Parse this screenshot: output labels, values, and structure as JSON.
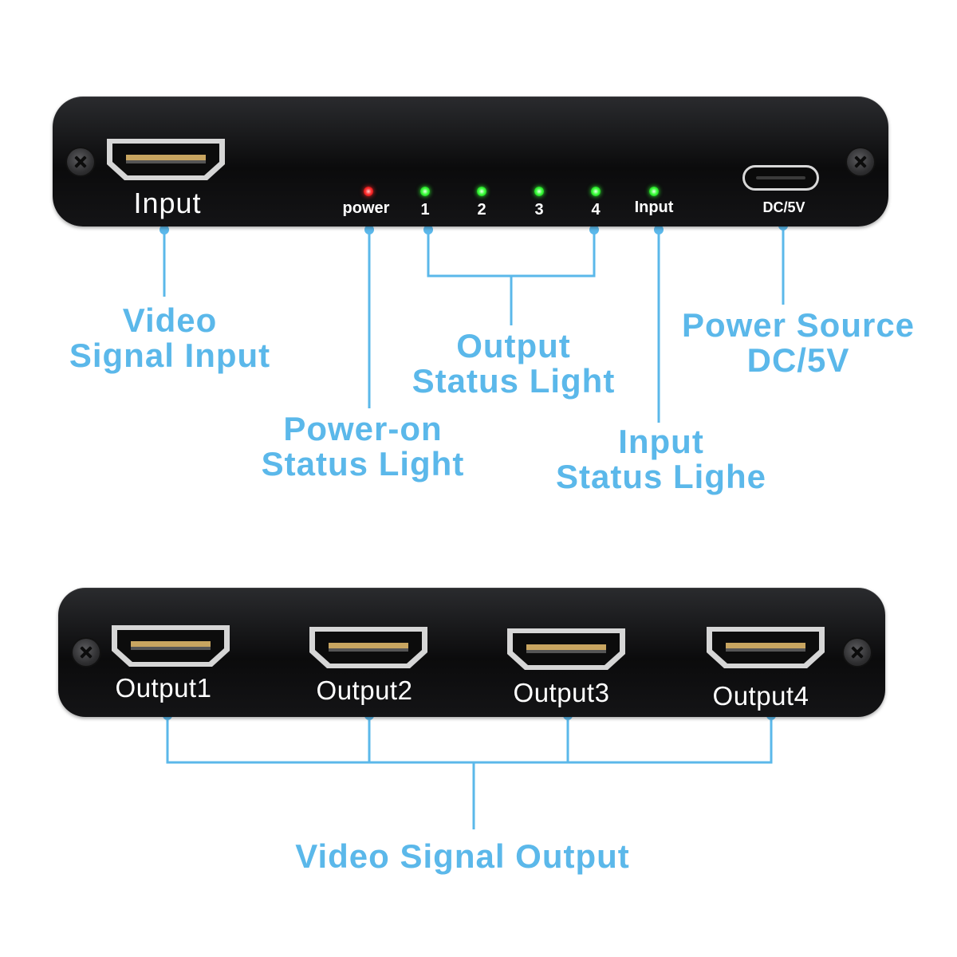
{
  "top_panel": {
    "input_label": "Input",
    "power_label": "power",
    "output_led_labels": [
      "1",
      "2",
      "3",
      "4"
    ],
    "input_led_label": "Input",
    "dc_label": "DC/5V"
  },
  "bottom_panel": {
    "port_labels": [
      "Output1",
      "Output2",
      "Output3",
      "Output4"
    ]
  },
  "callouts": {
    "video_signal_input": [
      "Video",
      "Signal Input"
    ],
    "power_on_status": [
      "Power-on",
      "Status Light"
    ],
    "output_status": [
      "Output",
      "Status Light"
    ],
    "input_status": [
      "Input",
      "Status Lighe"
    ],
    "power_source": [
      "Power Source",
      "DC/5V"
    ],
    "video_signal_output": "Video Signal Output"
  },
  "colors": {
    "callout": "#5bb8ea",
    "panel": "#111113",
    "power_led": "#ff3030",
    "status_led": "#3cff3c",
    "hdmi_contacts": "#c8a560"
  },
  "icons": {
    "hdmi_port": "hdmi-port-icon",
    "usb_c_port": "usb-c-port-icon",
    "screw": "screw-icon",
    "led": "led-icon"
  }
}
